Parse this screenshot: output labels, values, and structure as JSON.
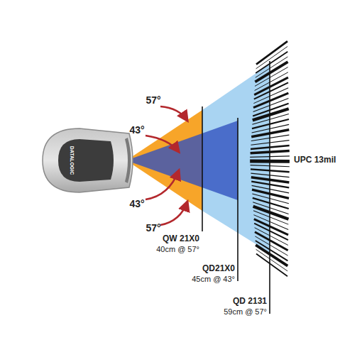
{
  "diagram": {
    "labels": [
      "57°",
      "43°",
      "43°",
      "57°",
      "QW 21X0",
      "40cm @ 57°",
      "QD21X0",
      "45cm @ 43°",
      "QD 2131",
      "59cm @ 57°",
      "UPC 13mil",
      "DATALOGIC"
    ]
  }
}
